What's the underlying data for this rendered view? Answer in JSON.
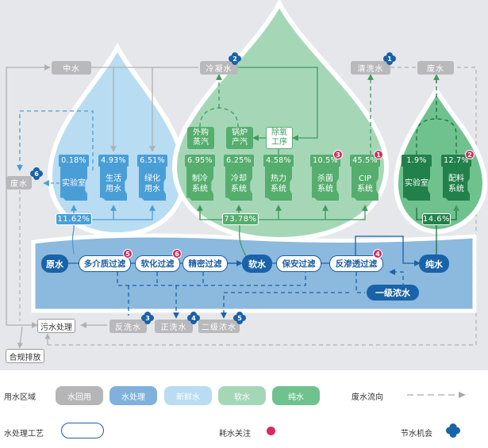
{
  "top_labels": {
    "reclaimed": "中水",
    "condensate": "冷凝水",
    "cleaning": "清洗水",
    "waste_right": "废水",
    "waste_left": "废水"
  },
  "fresh_units": [
    {
      "pct": "0.18%",
      "name": "实验室"
    },
    {
      "pct": "4.93%",
      "name": "生活\n用水"
    },
    {
      "pct": "6.51%",
      "name": "绿化\n用水"
    }
  ],
  "fresh_total": "11.62%",
  "steam_boxes": [
    {
      "name": "外购\n蒸汽"
    },
    {
      "name": "锅炉\n产汽"
    },
    {
      "name": "除氧\n工序"
    }
  ],
  "soft_units": [
    {
      "pct": "6.95%",
      "name": "制冷\n系统"
    },
    {
      "pct": "6.25%",
      "name": "冷却\n系统"
    },
    {
      "pct": "4.58%",
      "name": "热力\n系统"
    },
    {
      "pct": "10.5%",
      "name": "杀菌\n系统",
      "badge": "3"
    },
    {
      "pct": "45.5%",
      "name": "CIP\n系统",
      "badge": "1"
    }
  ],
  "soft_total": "73.78%",
  "pure_units": [
    {
      "pct": "1.9%",
      "name": "实验室"
    },
    {
      "pct": "12.7%",
      "name": "配料\n系统",
      "badge": "2"
    }
  ],
  "pure_total": "14.6%",
  "process": {
    "raw": "原水",
    "multi": "多介质过滤",
    "softening": "软化过滤",
    "precision": "精密过滤",
    "soft": "软水",
    "security": "保安过滤",
    "ro": "反渗透过滤",
    "pure": "纯水",
    "primary_brine": "一级浓水"
  },
  "process_badges": {
    "multi": "5",
    "softening": "6",
    "ro": "4"
  },
  "bottom": {
    "sewage": "污水处理",
    "backwash": "反洗水",
    "forwash": "正洗水",
    "secondary_brine": "二级浓水",
    "discharge": "合规排放"
  },
  "saving_badges": {
    "condensate": "2",
    "cleaning": "1",
    "waste_left": "6",
    "backwash": "3",
    "forwash": "4",
    "secondary_brine": "5"
  },
  "legend": {
    "area_label": "用水区域",
    "areas": [
      {
        "label": "水回用",
        "color": "#b5b5b7"
      },
      {
        "label": "水处理",
        "color": "#7fb1dc"
      },
      {
        "label": "新鲜水",
        "color": "#b8dcf2"
      },
      {
        "label": "软水",
        "color": "#a5d7b7"
      },
      {
        "label": "纯水",
        "color": "#6fc28e"
      }
    ],
    "waste_flow": "废水流向",
    "process_label": "水处理工艺",
    "focus_label": "耗水关注",
    "saving_label": "节水机会"
  },
  "colors": {
    "focus": "#d52a5b",
    "saving": "#1a62a9"
  }
}
